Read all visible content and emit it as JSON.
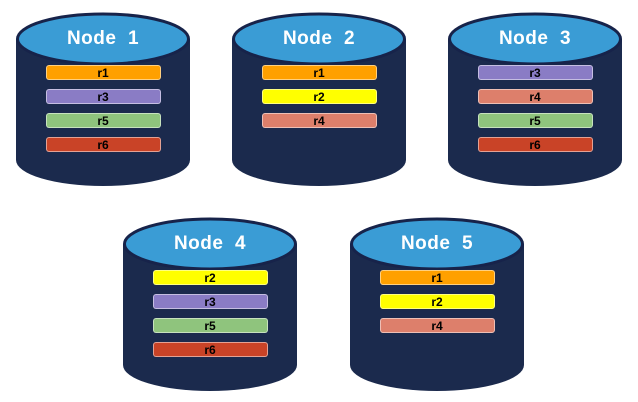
{
  "canvas": {
    "background": "#FFFFFF"
  },
  "cylinder_style": {
    "body_color": "#1B2A4D",
    "top_color": "#3A9CD5",
    "top_border_color": "#17234A",
    "title_color": "#FFFFFF"
  },
  "replica_colors": {
    "r1": "#FFA000",
    "r2": "#FFFF00",
    "r3": "#8A7CC5",
    "r4": "#DD7F6B",
    "r5": "#8FC47D",
    "r6": "#C94327"
  },
  "nodes": [
    {
      "title": "Node  1",
      "replicas": [
        "r1",
        "r3",
        "r5",
        "r6"
      ]
    },
    {
      "title": "Node  2",
      "replicas": [
        "r1",
        "r2",
        "r4"
      ]
    },
    {
      "title": "Node  3",
      "replicas": [
        "r3",
        "r4",
        "r5",
        "r6"
      ]
    },
    {
      "title": "Node  4",
      "replicas": [
        "r2",
        "r3",
        "r5",
        "r6"
      ]
    },
    {
      "title": "Node  5",
      "replicas": [
        "r1",
        "r2",
        "r4"
      ]
    }
  ]
}
